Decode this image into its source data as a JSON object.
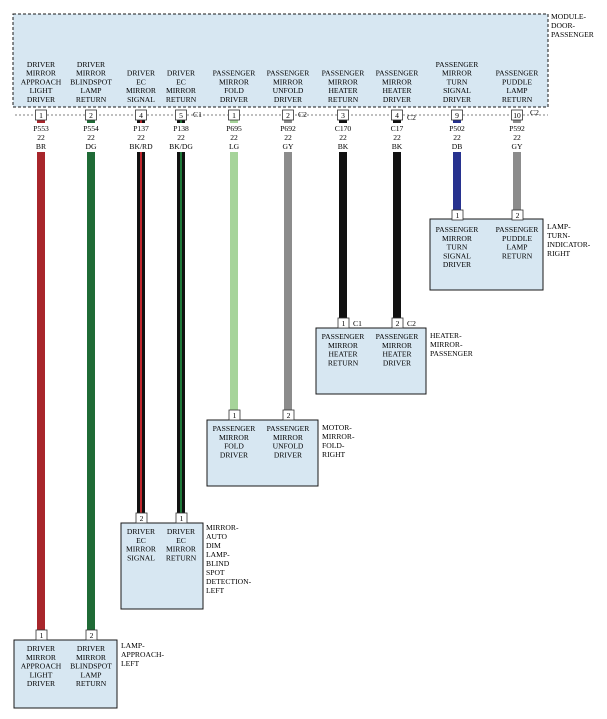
{
  "module": {
    "name": "MODULE-DOOR-PASSENGER",
    "name_lines": [
      "MODULE-",
      "DOOR-",
      "PASSENGER"
    ]
  },
  "pins": [
    {
      "pin": "1",
      "label": [
        "DRIVER",
        "MIRROR",
        "APPROACH",
        "LIGHT",
        "DRIVER"
      ],
      "circuit": "P553",
      "gauge": "22",
      "color_code": "BR",
      "wire_color": "#a8262b",
      "stripe": null
    },
    {
      "pin": "2",
      "label": [
        "DRIVER",
        "MIRROR",
        "BLINDSPOT",
        "LAMP",
        "RETURN"
      ],
      "circuit": "P554",
      "gauge": "22",
      "color_code": "DG",
      "wire_color": "#1f6b36",
      "stripe": null
    },
    {
      "pin": "4",
      "label": [
        "DRIVER",
        "EC",
        "MIRROR",
        "SIGNAL"
      ],
      "circuit": "P137",
      "gauge": "22",
      "color_code": "BK/RD",
      "wire_color": "#111111",
      "stripe": "#c0272d"
    },
    {
      "pin": "5",
      "label": [
        "DRIVER",
        "EC",
        "MIRROR",
        "RETURN"
      ],
      "circuit": "P138",
      "gauge": "22",
      "color_code": "BK/DG",
      "wire_color": "#111111",
      "stripe": "#1f7a3a"
    },
    {
      "pin": "1",
      "label": [
        "PASSENGER",
        "MIRROR",
        "FOLD",
        "DRIVER"
      ],
      "circuit": "P695",
      "gauge": "22",
      "color_code": "LG",
      "wire_color": "#a6d49a",
      "stripe": null
    },
    {
      "pin": "2",
      "label": [
        "PASSENGER",
        "MIRROR",
        "UNFOLD",
        "DRIVER"
      ],
      "circuit": "P692",
      "gauge": "22",
      "color_code": "GY",
      "wire_color": "#8c8c8c",
      "stripe": null
    },
    {
      "pin": "3",
      "label": [
        "PASSENGER",
        "MIRROR",
        "HEATER",
        "RETURN"
      ],
      "circuit": "C170",
      "gauge": "22",
      "color_code": "BK",
      "wire_color": "#111111",
      "stripe": null
    },
    {
      "pin": "4",
      "label": [
        "PASSENGER",
        "MIRROR",
        "HEATER",
        "DRIVER"
      ],
      "circuit": "C17",
      "gauge": "22",
      "color_code": "BK",
      "wire_color": "#111111",
      "stripe": null
    },
    {
      "pin": "9",
      "label": [
        "PASSENGER",
        "MIRROR",
        "TURN",
        "SIGNAL",
        "DRIVER"
      ],
      "circuit": "P502",
      "gauge": "22",
      "color_code": "DB",
      "wire_color": "#27328f",
      "stripe": null
    },
    {
      "pin": "10",
      "label": [
        "PASSENGER",
        "PUDDLE",
        "LAMP",
        "RETURN"
      ],
      "circuit": "P592",
      "gauge": "22",
      "color_code": "GY",
      "wire_color": "#8c8c8c",
      "stripe": null
    }
  ],
  "connector_labels": {
    "c1_first": "C1",
    "c2_first": "C2",
    "c1_heater": "C1",
    "c2_heater": "C2",
    "c2_last": "C2"
  },
  "components": [
    {
      "name_lines": [
        "LAMP-",
        "TURN-",
        "INDICATOR-",
        "RIGHT"
      ],
      "pins": [
        {
          "pin": "1",
          "label": [
            "PASSENGER",
            "MIRROR",
            "TURN",
            "SIGNAL",
            "DRIVER"
          ]
        },
        {
          "pin": "2",
          "label": [
            "PASSENGER",
            "PUDDLE",
            "LAMP",
            "RETURN"
          ]
        }
      ]
    },
    {
      "name_lines": [
        "HEATER-",
        "MIRROR-",
        "PASSENGER"
      ],
      "pins": [
        {
          "pin": "1",
          "label": [
            "PASSENGER",
            "MIRROR",
            "HEATER",
            "RETURN"
          ]
        },
        {
          "pin": "2",
          "label": [
            "PASSENGER",
            "MIRROR",
            "HEATER",
            "DRIVER"
          ]
        }
      ]
    },
    {
      "name_lines": [
        "MOTOR-",
        "MIRROR-",
        "FOLD-",
        "RIGHT"
      ],
      "pins": [
        {
          "pin": "1",
          "label": [
            "PASSENGER",
            "MIRROR",
            "FOLD",
            "DRIVER"
          ]
        },
        {
          "pin": "2",
          "label": [
            "PASSENGER",
            "MIRROR",
            "UNFOLD",
            "DRIVER"
          ]
        }
      ]
    },
    {
      "name_lines": [
        "MIRROR-",
        "AUTO",
        "DIM",
        "LAMP-",
        "BLIND",
        "SPOT",
        "DETECTION-",
        "LEFT"
      ],
      "pins": [
        {
          "pin": "2",
          "label": [
            "DRIVER",
            "EC",
            "MIRROR",
            "SIGNAL"
          ]
        },
        {
          "pin": "1",
          "label": [
            "DRIVER",
            "EC",
            "MIRROR",
            "RETURN"
          ]
        }
      ]
    },
    {
      "name_lines": [
        "LAMP-",
        "APPROACH-",
        "LEFT"
      ],
      "pins": [
        {
          "pin": "1",
          "label": [
            "DRIVER",
            "MIRROR",
            "APPROACH",
            "LIGHT",
            "DRIVER"
          ]
        },
        {
          "pin": "2",
          "label": [
            "DRIVER",
            "MIRROR",
            "BLINDSPOT",
            "LAMP",
            "RETURN"
          ]
        }
      ]
    }
  ]
}
